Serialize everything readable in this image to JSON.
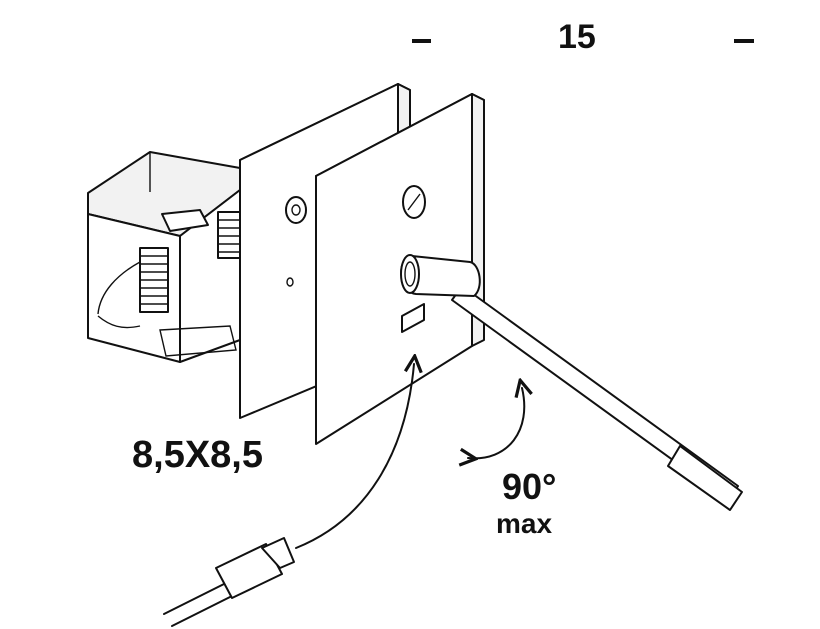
{
  "labels": {
    "dimension_top": "15",
    "panel_size": "8,5X8,5",
    "angle_value": "90°",
    "angle_qualifier": "max"
  },
  "colors": {
    "line": "#111111",
    "background": "#ffffff"
  }
}
